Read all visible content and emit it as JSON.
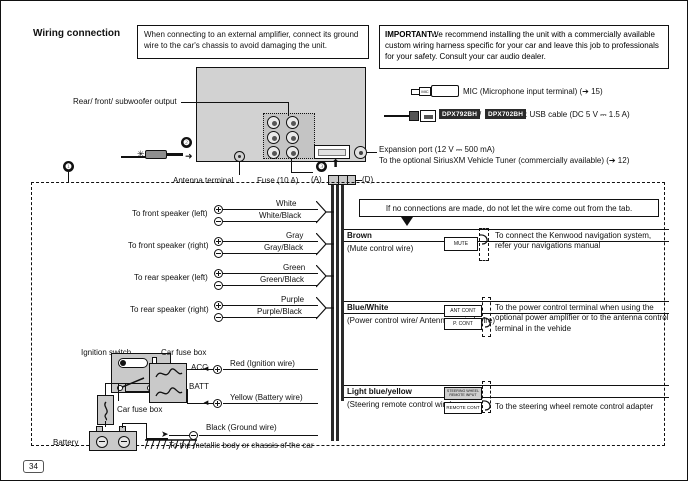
{
  "page": {
    "title": "Wiring connection",
    "page_number": "34"
  },
  "notes": {
    "amp_note": "When connecting to an external amplifier, connect its ground wire to the car's chassis to avoid damaging the unit.",
    "important_label": "IMPORTANT :",
    "important_body": "We recommend installing the unit with a commercially available custom wiring harness specific for your car and leave this job to professionals for your safety. Consult your car audio dealer.",
    "tab_note": "If no connections are made, do not let the wire come out from the tab."
  },
  "unit": {
    "rca_label": "Rear/ front/ subwoofer output",
    "antenna_label": "Antenna terminal",
    "fuse_label": "Fuse (10 A)",
    "connector_a": "(A)",
    "connector_d": "(D)",
    "mic_label": "MIC (Microphone input terminal) (➔ 15)",
    "mic_badge": "MIC",
    "usb_model_1": "DPX792BH",
    "usb_model_sep": "/",
    "usb_model_2": "DPX702BH",
    "usb_label": ": USB cable (DC 5 V ⎓ 1.5 A)",
    "expansion_line1": "Expansion port (12 V ⎓  500 mA)",
    "expansion_line2": "To the optional SiriusXM Vehicle Tuner (commercially available) (➔ 12)"
  },
  "markers": {
    "m1": "❶",
    "m2": "❷",
    "m3": "❸"
  },
  "speakers": [
    {
      "label": "To front speaker (left)",
      "wire_plus": "White",
      "wire_minus": "White/Black"
    },
    {
      "label": "To front speaker (right)",
      "wire_plus": "Gray",
      "wire_minus": "Gray/Black"
    },
    {
      "label": "To rear speaker (left)",
      "wire_plus": "Green",
      "wire_minus": "Green/Black"
    },
    {
      "label": "To rear speaker (right)",
      "wire_plus": "Purple",
      "wire_minus": "Purple/Black"
    }
  ],
  "control_wires": [
    {
      "color": "Brown",
      "function": "(Mute control wire)",
      "connectors": [
        "MUTE"
      ],
      "destination": "To connect the Kenwood navigation system, refer your navigations manual"
    },
    {
      "color": "Blue/White",
      "function": "(Power control wire/ Antenna control wire)",
      "connectors": [
        "ANT CONT",
        "P. CONT"
      ],
      "destination": "To the power control terminal when using the optional power amplifier or to the antenna control terminal in the vehide"
    },
    {
      "color": "Light blue/yellow",
      "function": "(Steering remote control wire)",
      "connectors": [
        "STEERING WHEEL REMOTE INPUT",
        "REMOTE CONT"
      ],
      "destination": "To the steering wheel remote control adapter"
    }
  ],
  "power_section": {
    "ignition_switch": "Ignition switch",
    "car_fuse_box_1": "Car fuse box",
    "car_fuse_box_2": "Car fuse box",
    "battery": "Battery",
    "acc": "ACC",
    "batt": "BATT",
    "red_wire": "Red (Ignition wire)",
    "yellow_wire": "Yellow (Battery wire)",
    "black_wire": "Black (Ground wire)",
    "ground_note": "To the metallic body or chassis of the car"
  },
  "colors": {
    "unit_fill": "#d2d2d2",
    "line": "#111111",
    "part_fill": "#c9c9c9"
  }
}
